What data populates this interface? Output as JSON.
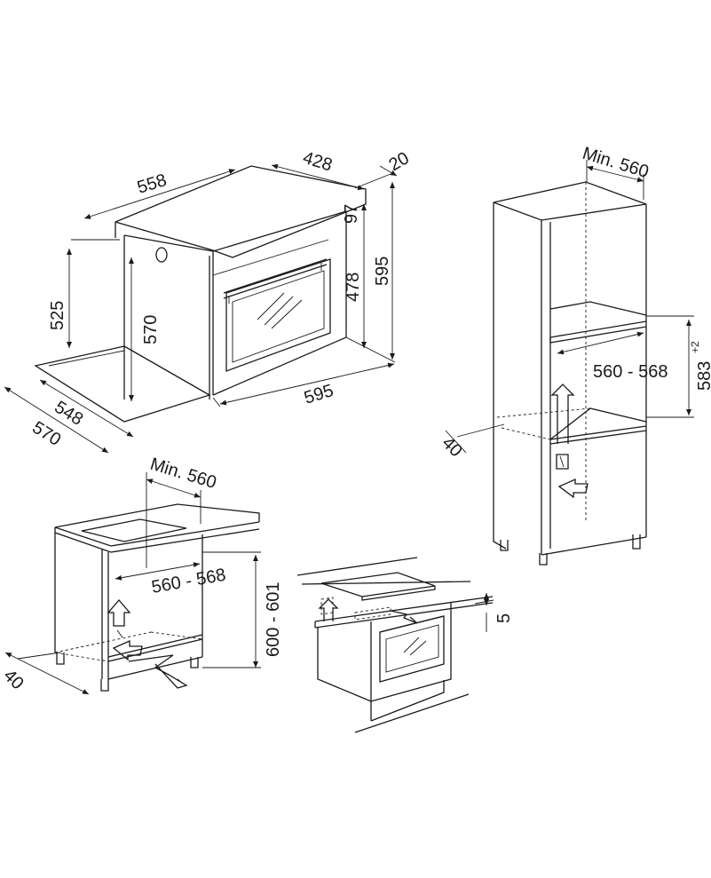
{
  "oven_dimensions": {
    "depth_top": "558",
    "depth_body": "428",
    "door_thickness": "20",
    "panel_height": "97",
    "side_height": "525",
    "inner_height": "570",
    "front_height": "478",
    "total_height": "595",
    "width_front": "595",
    "depth_inner": "548",
    "depth_outer": "570"
  },
  "tall_cabinet": {
    "min_depth": "Min. 560",
    "niche_width": "560 - 568",
    "niche_height": "583",
    "niche_height_tolerance": "+2",
    "rear_gap": "40"
  },
  "under_counter": {
    "min_depth": "Min. 560",
    "niche_width": "560 - 568",
    "niche_height": "600 - 601",
    "rear_gap": "40"
  },
  "hob_detail": {
    "gap": "5"
  },
  "colors": {
    "line": "#1a1a1a",
    "background": "#ffffff",
    "shade": "#f3f3f3"
  }
}
